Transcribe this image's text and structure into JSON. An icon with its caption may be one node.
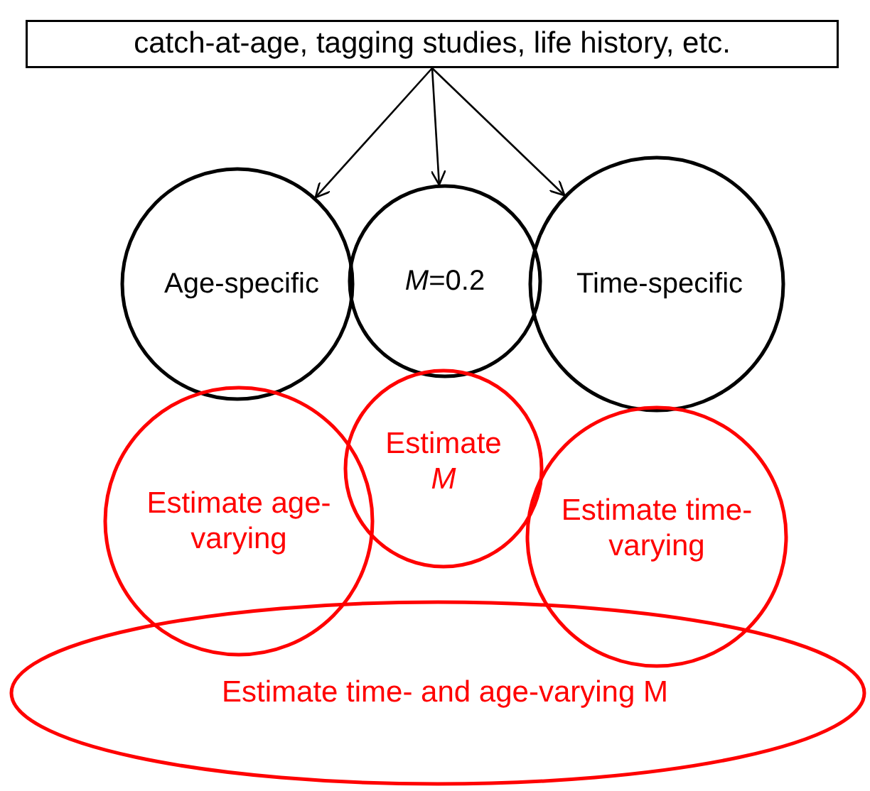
{
  "diagram": {
    "nodes": [
      {
        "text": [
          "catch-at-age, tagging studies, life history, etc."
        ]
      },
      {
        "text": [
          "Age-specific"
        ]
      },
      {
        "text": [
          "*M*=0.2"
        ]
      },
      {
        "text": [
          "Time-specific"
        ]
      },
      {
        "text": [
          "Estimate age-varying"
        ]
      },
      {
        "text": [
          "Estimate *M*"
        ]
      },
      {
        "text": [
          "Estimate time-varying"
        ]
      },
      {
        "text": [
          "Estimate time- and age-varying M"
        ]
      }
    ],
    "edges": [
      {
        "from": 0,
        "to": 1,
        "arrow": "to"
      },
      {
        "from": 0,
        "to": 2,
        "arrow": "to"
      },
      {
        "from": 0,
        "to": 3,
        "arrow": "to"
      }
    ]
  }
}
